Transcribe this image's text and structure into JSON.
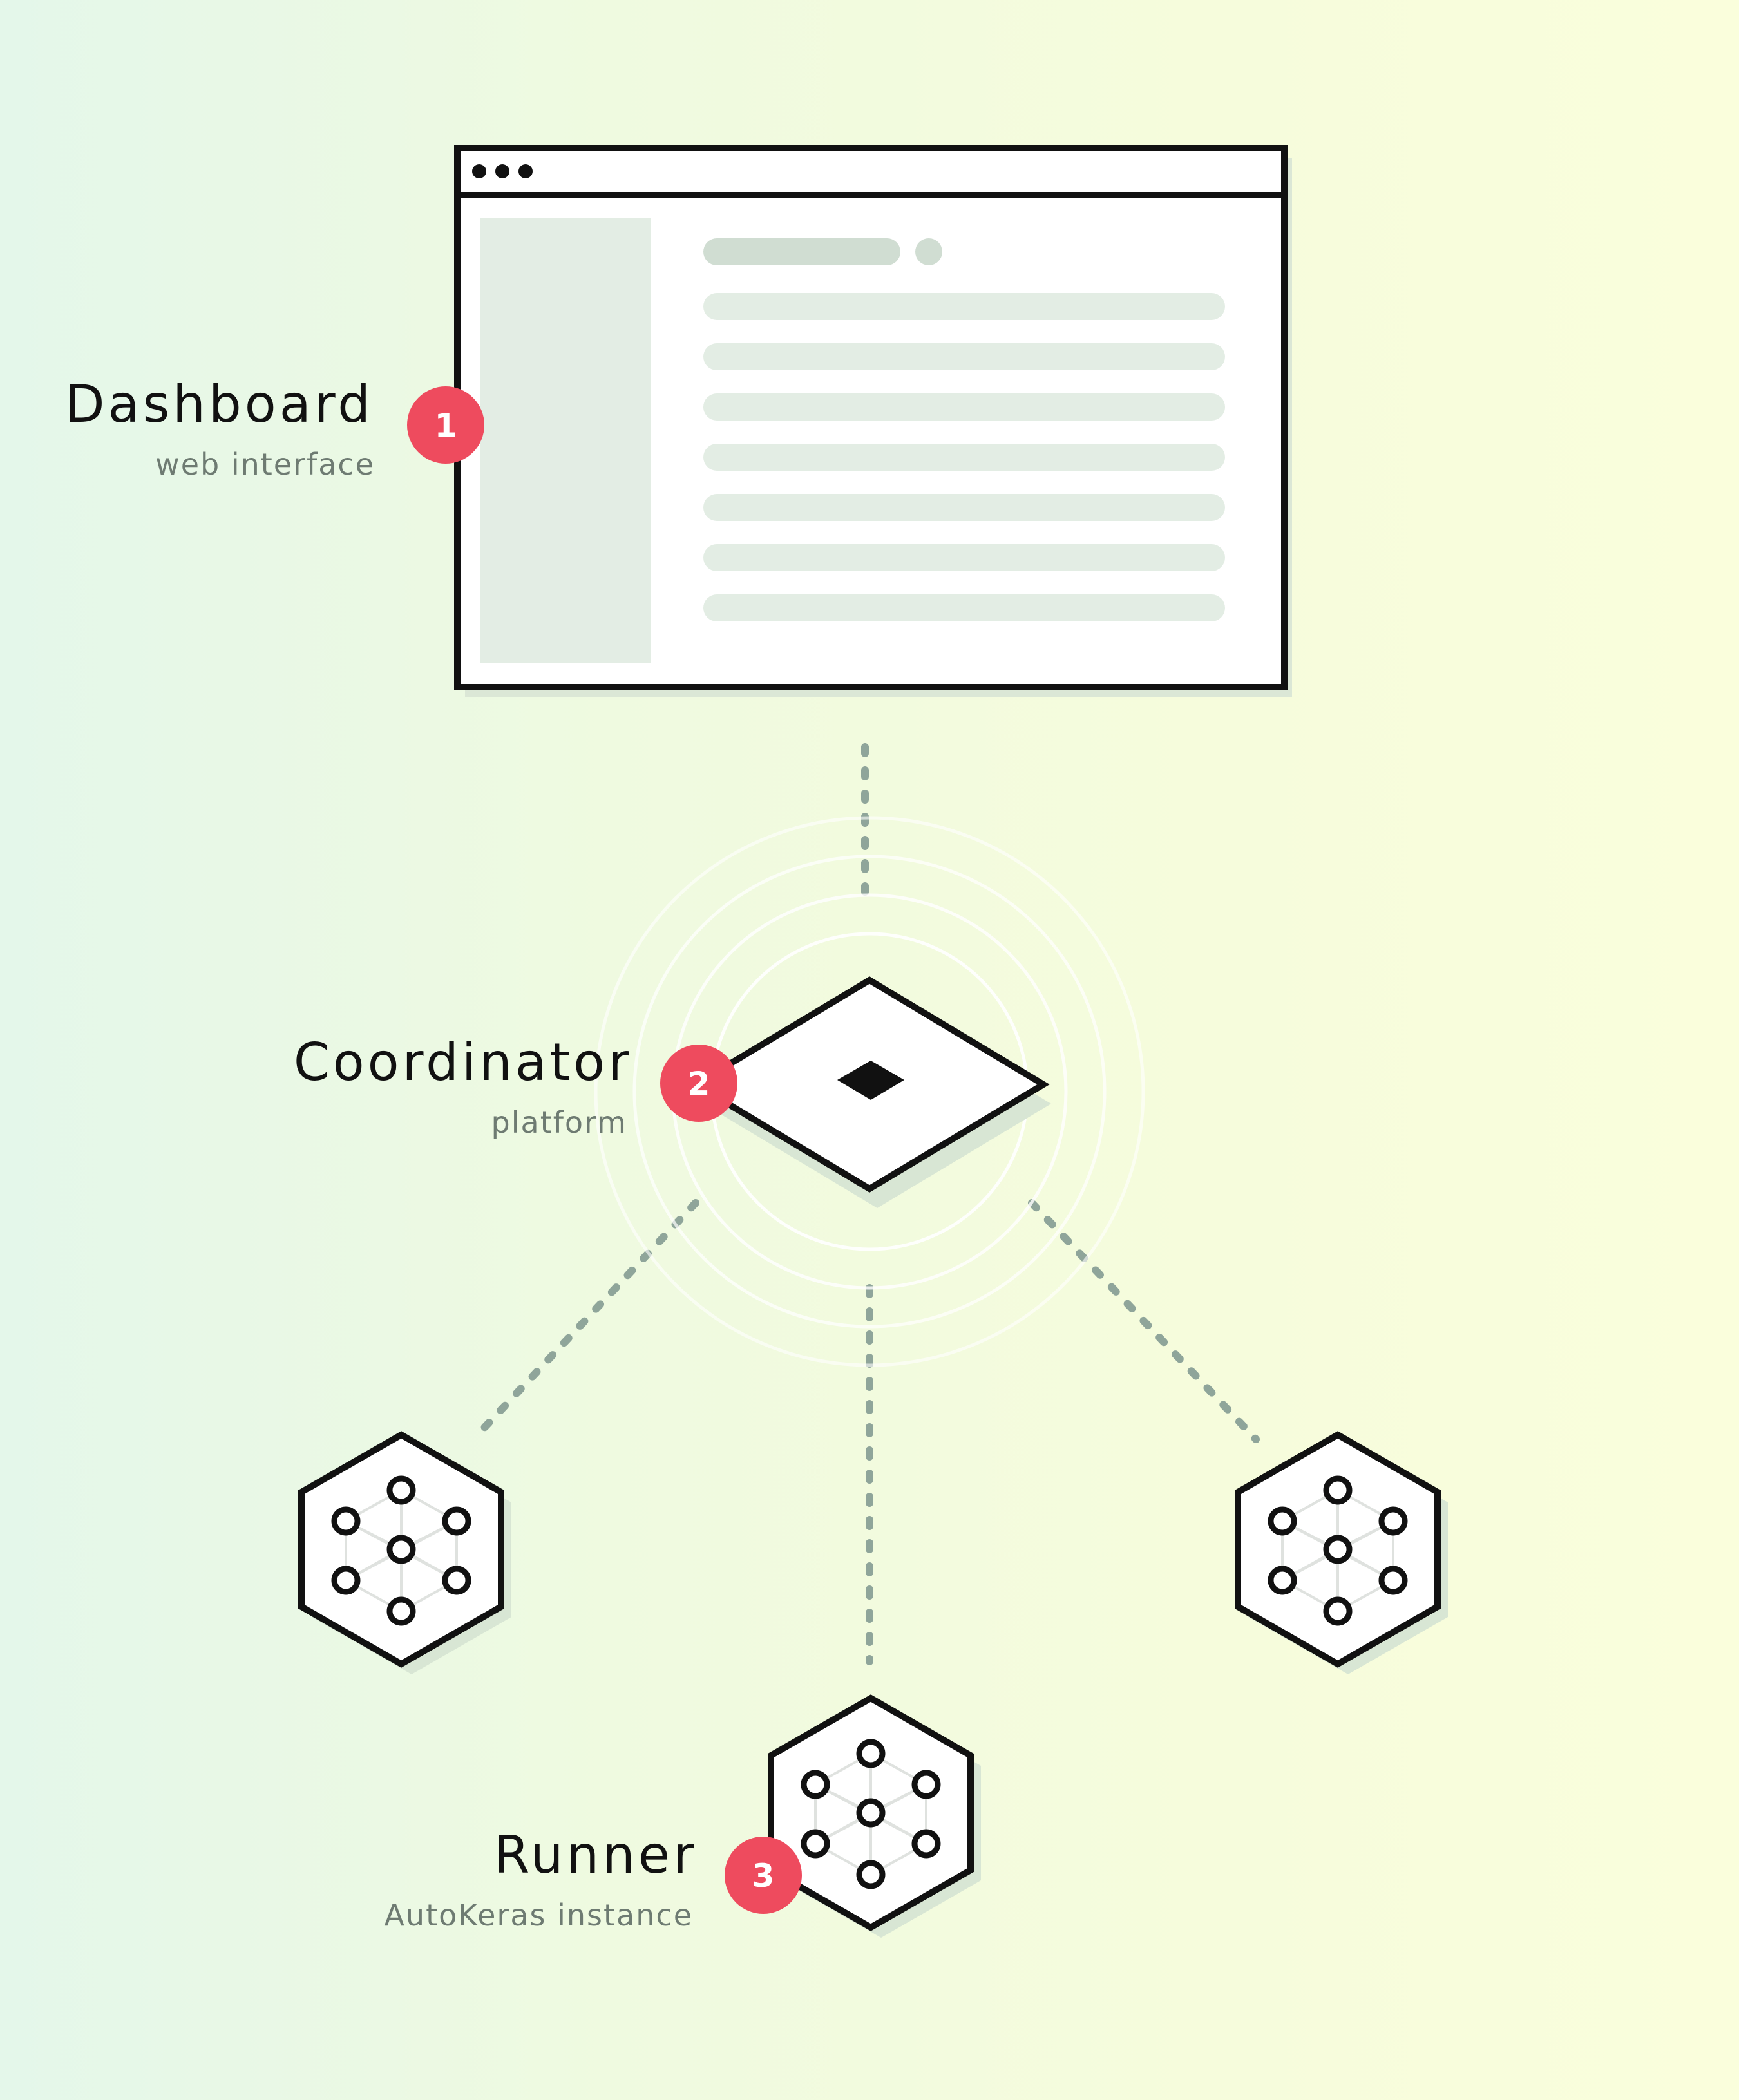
{
  "nodes": {
    "dashboard": {
      "title": "Dashboard",
      "subtitle": "web interface",
      "badge": "1"
    },
    "coordinator": {
      "title": "Coordinator",
      "subtitle": "platform",
      "badge": "2"
    },
    "runner": {
      "title": "Runner",
      "subtitle": "AutoKeras instance",
      "badge": "3"
    }
  },
  "colors": {
    "badge": "#ee4b5e",
    "outline": "#111111",
    "connector": "#8fa59a",
    "placeholder": "#e3ede4",
    "placeholder_dark": "#d0ddd2"
  }
}
